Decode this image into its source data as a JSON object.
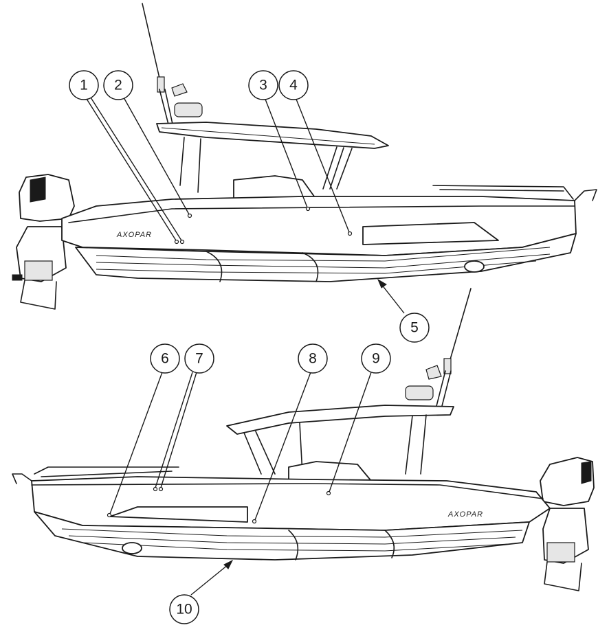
{
  "callouts": [
    {
      "id": 1,
      "label": "1"
    },
    {
      "id": 2,
      "label": "2"
    },
    {
      "id": 3,
      "label": "3"
    },
    {
      "id": 4,
      "label": "4"
    },
    {
      "id": 5,
      "label": "5"
    },
    {
      "id": 6,
      "label": "6"
    },
    {
      "id": 7,
      "label": "7"
    },
    {
      "id": 8,
      "label": "8"
    },
    {
      "id": 9,
      "label": "9"
    },
    {
      "id": 10,
      "label": "10"
    }
  ],
  "hull_logo": "AXOPAR"
}
